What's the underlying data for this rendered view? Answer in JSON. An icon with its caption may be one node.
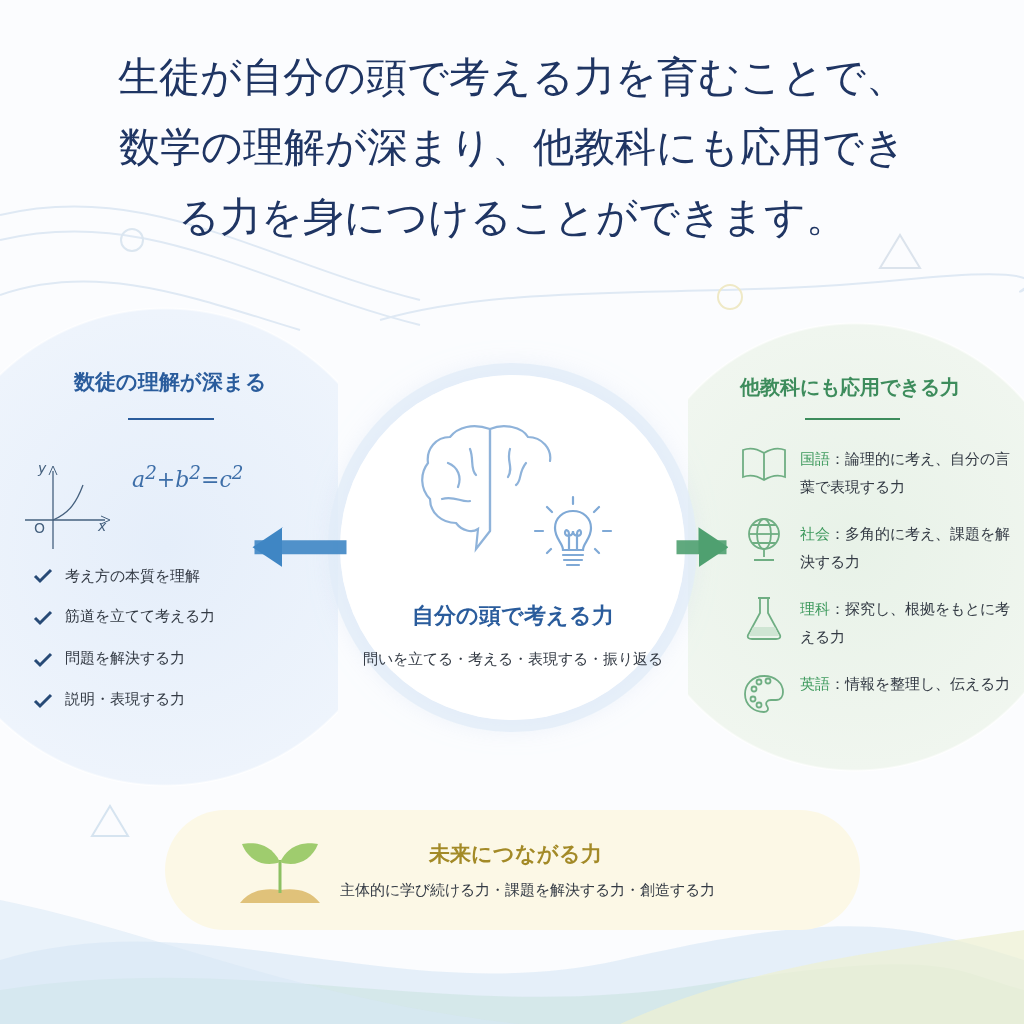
{
  "diagram": {
    "title": "生徒が自分の頭で考える力を育むことで、数学の理解が深まり、他教科にも応用できる力を身につけることができます。",
    "nodes": [
      {
        "text": [
          "数徒の理解が深まる",
          "考え方の本質を理解",
          "筋道を立てて考える力",
          "問題を解決する力",
          "説明・表現する力"
        ]
      },
      {
        "text": [
          "自分の頭で考える力",
          "問いを立てる・考える・表現する・振り返る"
        ]
      },
      {
        "text": [
          "他教科にも応用できる力",
          "**国語**：論理的に考え、自分の言葉で表現する力",
          "**社会**：多角的に考え、課題を解決する力",
          "**理科**：探究し、根拠をもとに考える力",
          "**英語**：情報を整理し、伝える力"
        ]
      },
      {
        "text": [
          "未来につながる力",
          "主体的に学び続ける力・課題を解決する力・創造する力"
        ]
      }
    ],
    "edges": [
      {
        "from": 1,
        "to": 0,
        "arrow": "to",
        "color": "#3f86c4"
      },
      {
        "from": 1,
        "to": 2,
        "arrow": "to",
        "color": "#4fa070"
      }
    ],
    "labels": [
      "y",
      "a$^{2}$+b$^{2}$=c$^{2}$",
      "O",
      "x"
    ]
  }
}
